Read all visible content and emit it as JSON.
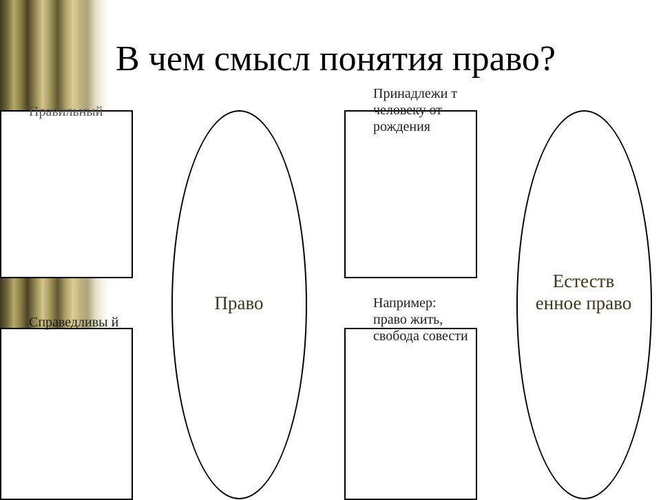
{
  "slide": {
    "title": "В чем смысл понятия право?",
    "box_labels": {
      "pravilny": "Правильный",
      "spravedlivy": "Справедливы й",
      "prinadlezhit": "Принадлежи т человеку от рождения",
      "naprimer": "Например: право жить, свобода совести"
    },
    "oval_labels": {
      "pravo": "Право",
      "estestvennoe": "Естеств енное право"
    }
  },
  "colors": {
    "curtain": "#b5a86a",
    "text": "#1e1e1e",
    "oval_text": "#3a3a1a"
  }
}
